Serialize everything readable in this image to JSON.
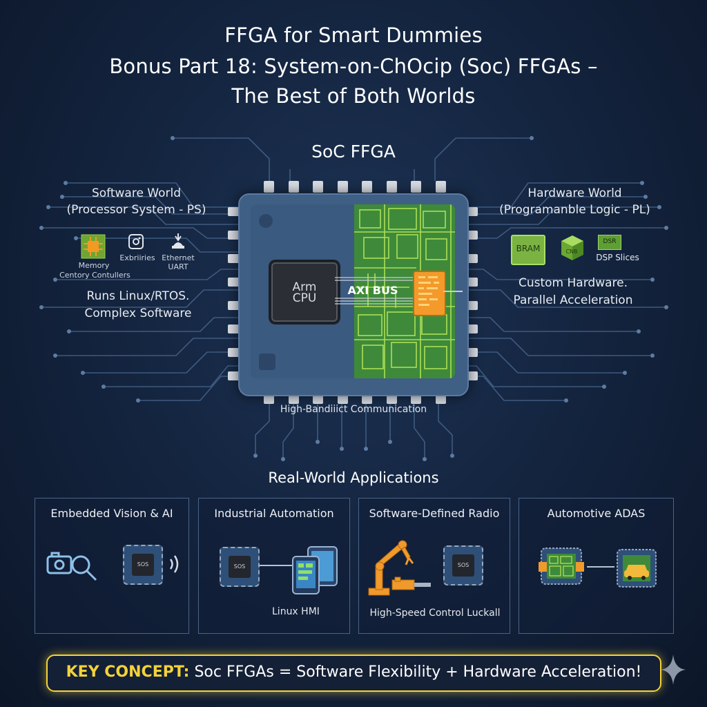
{
  "title": {
    "line1": "FFGA for Smart Dummies",
    "line2": "Bonus Part 18: System-on-ChOcip (Soc) FFGAs –",
    "line3": "The Best of Both Worlds"
  },
  "soc_label": "SoC FFGA",
  "software_world": {
    "heading_line1": "Software World",
    "heading_line2": "(Processor System - PS)",
    "icons": [
      {
        "icon": "processor-icon",
        "caption": ""
      },
      {
        "icon": "memory-controller-icon",
        "caption": "Exbriiries"
      },
      {
        "icon": "ethernet-icon",
        "caption": "Ethernet"
      }
    ],
    "caption_uart": "UART",
    "caption_memory": "Memory",
    "caption_controllers": "Centory Contullers",
    "desc_line1": "Runs Linux/RTOS.",
    "desc_line2": "Complex Software"
  },
  "hardware_world": {
    "heading_line1": "Hardware World",
    "heading_line2": "(Programanble Logic - PL)",
    "bram_label": "BRAM",
    "cube_label": "CNB",
    "dsp_chip_label": "DSR",
    "dsp_label": "DSP Slices",
    "desc_line1": "Custom Hardware.",
    "desc_line2": "Parallel Acceleration"
  },
  "chip": {
    "cpu_line1": "Arm",
    "cpu_line2": "CPU",
    "axi_label": "AXI BUS",
    "bandwidth_label": "High-Bandiiict Communication"
  },
  "applications": {
    "title": "Real-World Applications",
    "cards": [
      {
        "title": "Embedded Vision & AI",
        "chip_label": "SOS",
        "caption": ""
      },
      {
        "title": "Industrial Automation",
        "chip_label": "SOS",
        "caption": "Linux HMI"
      },
      {
        "title": "Software-Defined Radio",
        "chip_label": "SOS",
        "caption": "High-Speed Control Luckall"
      },
      {
        "title": "Automotive ADAS",
        "chip_label": "",
        "caption": ""
      }
    ]
  },
  "key_concept": {
    "label": "KEY CONCEPT:",
    "text": " Soc FFGAs = Software Flexibility + Hardware Acceleration!"
  },
  "colors": {
    "background": "#142540",
    "pl_green": "#3e8a3a",
    "ps_blue": "#3f5f85",
    "accent_yellow": "#f4d33a",
    "fabric_orange": "#f39a2a"
  }
}
